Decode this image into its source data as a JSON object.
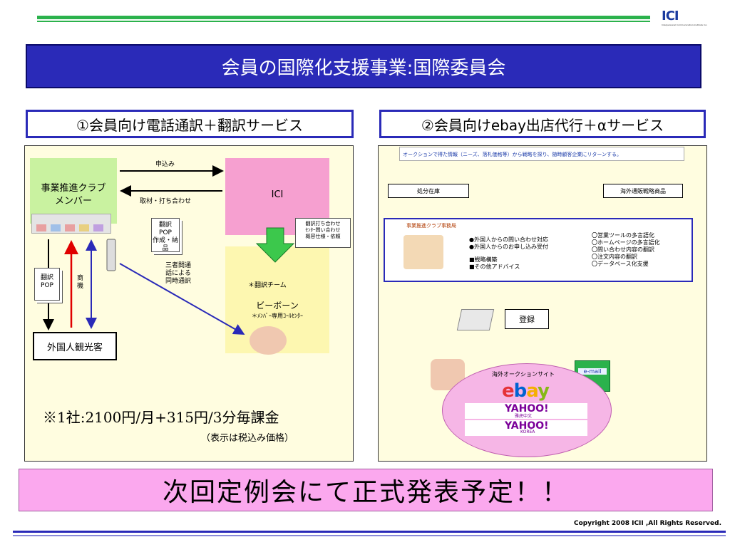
{
  "logo": {
    "mark": "ICI",
    "sub": "Interpersonal Communication Institute Inc."
  },
  "title": "会員の国際化支援事業:国際委員会",
  "left": {
    "heading": "①会員向け電話通訳＋翻訳サービス",
    "member_box": "事業推進クラブ\nメンバー",
    "apply": "申込み",
    "interview": "取材・打ち合わせ",
    "ici": "ICI",
    "doc_pop": "翻訳\nPOP\n作成・納品",
    "note_box": "翻訳打ち合わせ\nｾﾝﾀｰ問い合わせ\n概容仕様・依頼",
    "translate_team": "＊翻訳チーム",
    "three_way": "三者間通\n話による\n同時通訳",
    "beeborn": "ビーボーン",
    "beeborn_sub": "＊ﾒﾝﾊﾞｰ専用ｺｰﾙｾﾝﾀｰ",
    "doc_pop2": "翻訳\nPOP",
    "goods": "商\n機",
    "foreign": "外国人観光客",
    "fee": "※1社:2100円/月+315円/3分毎課金",
    "fee_note": "（表示は税込み価格）"
  },
  "right": {
    "heading": "②会員向けebay出店代行＋αサービス",
    "topnote": "オークションで得た情報（ニーズ、落札価格等）から戦略を探り、随時顧客企業にリターンする。",
    "stock": "処分在庫",
    "overseas_goods": "海外通販戦略商品",
    "office": "事業推進クラブ事務局",
    "col1": [
      "●外国人からの問い合わせ対応",
      "●外国人からのお申し込み受付",
      "",
      "■戦略構築",
      "■その他アドバイス"
    ],
    "col2": [
      "〇営業ツールの多言語化",
      "〇ホームページの多言語化",
      "〇問い合わせ内容の翻訳",
      "〇注文内容の翻訳",
      "〇データベース化支援"
    ],
    "register": "登録",
    "auction_site": "海外オークションサイト",
    "ebay": "ebay",
    "yahoo1": "YAHOO!",
    "yahoo1_sub": "雅虎中文",
    "yahoo2": "YAHOO!",
    "yahoo2_sub": "KOREA",
    "email": "e-mail"
  },
  "banner": "次回定例会にて正式発表予定！！",
  "copyright": "Copyright 2008 ICII ,All Rights Reserved.",
  "colors": {
    "title_bg": "#2a2ab8",
    "green_line": "#2bb24c",
    "banner_bg": "#fba8ee"
  }
}
